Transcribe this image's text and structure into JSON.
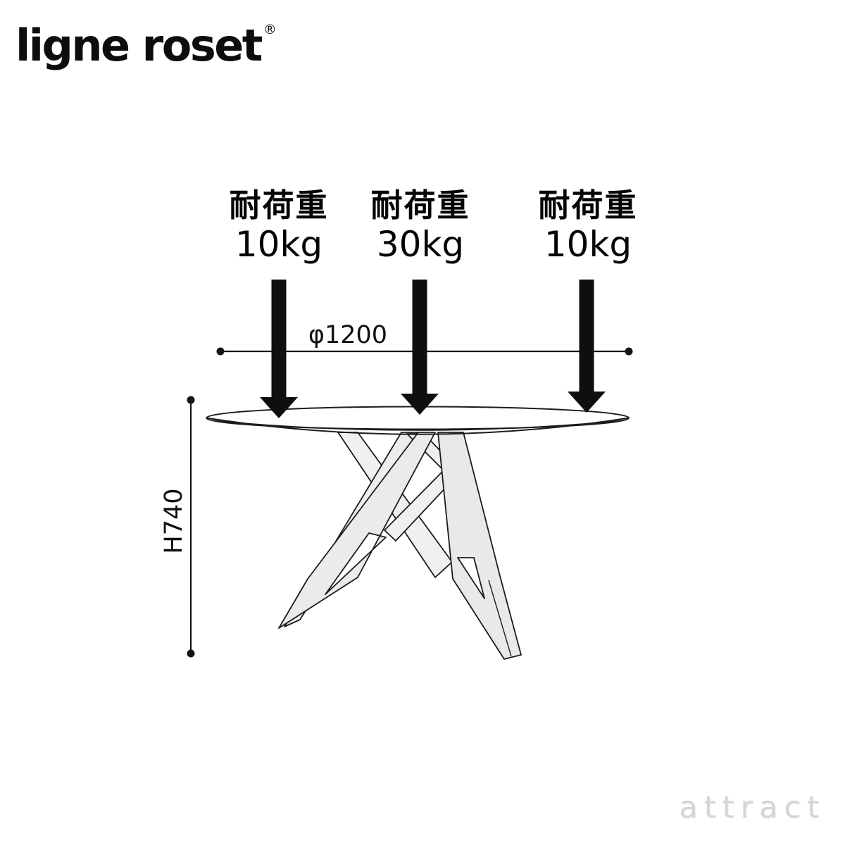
{
  "brand": {
    "name": "ligne roset",
    "mark": "®"
  },
  "product_diagram": {
    "type": "dimension-diagram",
    "subject": "round dining table, side view, with crossed star-shaped legs",
    "load_labels": [
      {
        "title": "耐荷重",
        "value": "10kg"
      },
      {
        "title": "耐荷重",
        "value": "30kg"
      },
      {
        "title": "耐荷重",
        "value": "10kg"
      }
    ],
    "dimensions": {
      "diameter": "φ1200",
      "height": "H740"
    },
    "colors": {
      "ink": "#1c1c1c",
      "arrow": "#0f0f0f",
      "leg_fill": "#ededed",
      "background": "#ffffff",
      "watermark": "#d5d5d5"
    }
  },
  "watermark": "attract"
}
